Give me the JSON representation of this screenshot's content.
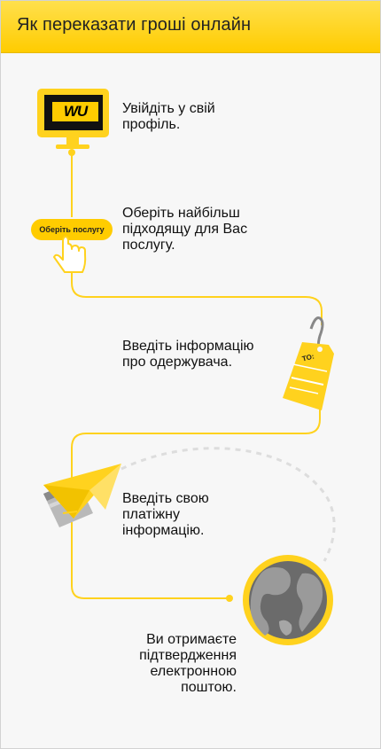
{
  "header": {
    "title": "Як переказати гроші онлайн"
  },
  "logo": {
    "text": "WU"
  },
  "steps": [
    {
      "text": "Увійдіть у свій профіль."
    },
    {
      "text": "Оберіть найбільш підходящу для Вас послугу."
    },
    {
      "text": "Введіть інформацію про одержувача."
    },
    {
      "text": "Введіть свою платіжну інформацію."
    },
    {
      "text": "Ви отримаєте підтвердження електронною поштою."
    }
  ],
  "select_service_button": {
    "label": "Оберіть послугу"
  },
  "tag": {
    "label": "TO:"
  },
  "colors": {
    "brand_yellow": "#ffcc00",
    "monitor_black": "#111111",
    "line_yellow": "#ffd21e"
  },
  "icons": [
    "monitor-icon",
    "hand-pointer-icon",
    "luggage-tag-icon",
    "paper-plane-icon",
    "credit-card-icon",
    "globe-icon"
  ]
}
